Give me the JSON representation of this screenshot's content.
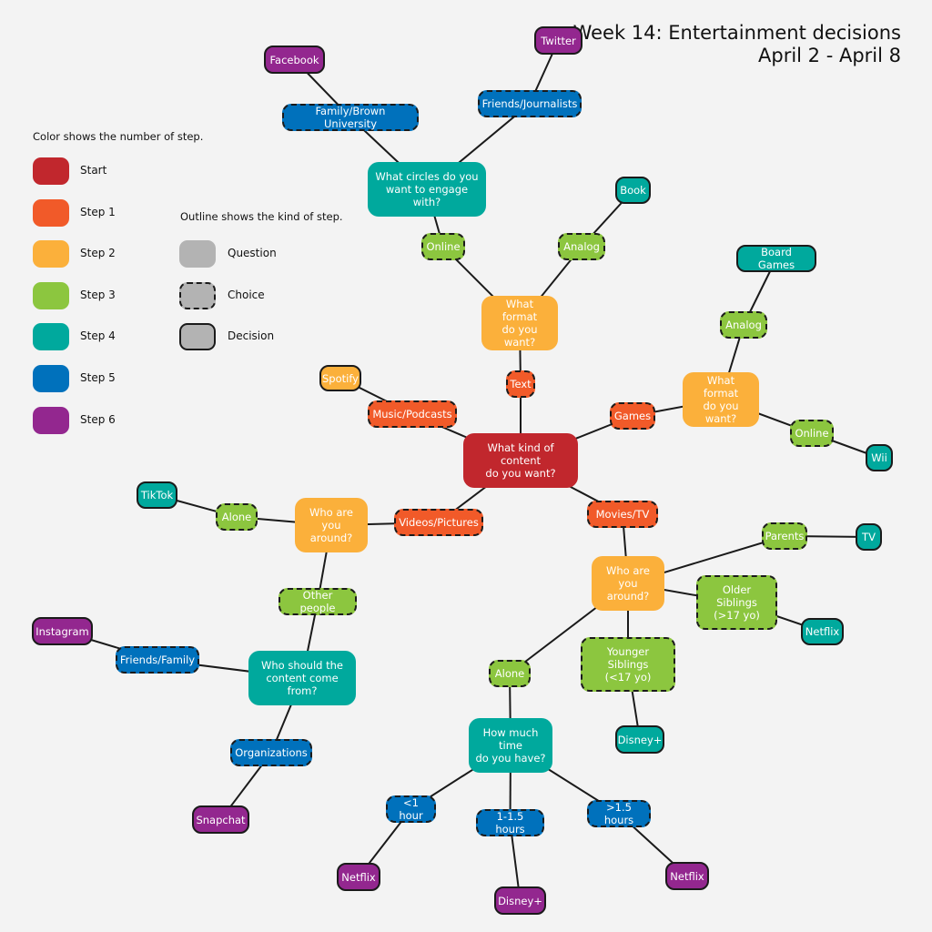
{
  "title": {
    "line1": "Week 14: Entertainment decisions",
    "line2": "April 2 - April 8"
  },
  "legend": {
    "color_heading": "Color shows the number of step.",
    "color_items": [
      {
        "label": "Start",
        "color": "#c1272d"
      },
      {
        "label": "Step 1",
        "color": "#f15a29"
      },
      {
        "label": "Step 2",
        "color": "#fbb03b"
      },
      {
        "label": "Step 3",
        "color": "#8cc63f"
      },
      {
        "label": "Step 4",
        "color": "#00a99d"
      },
      {
        "label": "Step 5",
        "color": "#0071bc"
      },
      {
        "label": "Step 6",
        "color": "#93278f"
      }
    ],
    "outline_heading": "Outline shows the kind of step.",
    "outline_items": [
      {
        "label": "Question",
        "kind": "question",
        "color": "#b3b3b3"
      },
      {
        "label": "Choice",
        "kind": "choice",
        "color": "#b3b3b3"
      },
      {
        "label": "Decision",
        "kind": "decision",
        "color": "#b3b3b3"
      }
    ]
  },
  "nodes": [
    {
      "id": "start",
      "label": "What kind of content\ndo you want?",
      "step": 0,
      "kind": "question"
    },
    {
      "id": "text",
      "label": "Text",
      "step": 1,
      "kind": "choice"
    },
    {
      "id": "music",
      "label": "Music/Podcasts",
      "step": 1,
      "kind": "choice"
    },
    {
      "id": "games",
      "label": "Games",
      "step": 1,
      "kind": "choice"
    },
    {
      "id": "videos",
      "label": "Videos/Pictures",
      "step": 1,
      "kind": "choice"
    },
    {
      "id": "movies",
      "label": "Movies/TV",
      "step": 1,
      "kind": "choice"
    },
    {
      "id": "spotify",
      "label": "Spotify",
      "step": 2,
      "kind": "decision"
    },
    {
      "id": "fmt-text",
      "label": "What format\ndo you want?",
      "step": 2,
      "kind": "question"
    },
    {
      "id": "fmt-games",
      "label": "What format\ndo you want?",
      "step": 2,
      "kind": "question"
    },
    {
      "id": "around-videos",
      "label": "Who are\nyou around?",
      "step": 2,
      "kind": "question"
    },
    {
      "id": "around-movies",
      "label": "Who are\nyou around?",
      "step": 2,
      "kind": "question"
    },
    {
      "id": "online-text",
      "label": "Online",
      "step": 3,
      "kind": "choice"
    },
    {
      "id": "analog-text",
      "label": "Analog",
      "step": 3,
      "kind": "choice"
    },
    {
      "id": "analog-games",
      "label": "Analog",
      "step": 3,
      "kind": "choice"
    },
    {
      "id": "online-games",
      "label": "Online",
      "step": 3,
      "kind": "choice"
    },
    {
      "id": "alone-videos",
      "label": "Alone",
      "step": 3,
      "kind": "choice"
    },
    {
      "id": "other-people",
      "label": "Other people",
      "step": 3,
      "kind": "choice"
    },
    {
      "id": "parents",
      "label": "Parents",
      "step": 3,
      "kind": "choice"
    },
    {
      "id": "older",
      "label": "Older Siblings\n(>17 yo)",
      "step": 3,
      "kind": "choice"
    },
    {
      "id": "younger",
      "label": "Younger Siblings\n(<17 yo)",
      "step": 3,
      "kind": "choice"
    },
    {
      "id": "alone-movies",
      "label": "Alone",
      "step": 3,
      "kind": "choice"
    },
    {
      "id": "circles",
      "label": "What circles do you\nwant to engage with?",
      "step": 4,
      "kind": "question"
    },
    {
      "id": "book",
      "label": "Book",
      "step": 4,
      "kind": "decision"
    },
    {
      "id": "board-games",
      "label": "Board Games",
      "step": 4,
      "kind": "decision"
    },
    {
      "id": "wii",
      "label": "Wii",
      "step": 4,
      "kind": "decision"
    },
    {
      "id": "tiktok",
      "label": "TikTok",
      "step": 4,
      "kind": "decision"
    },
    {
      "id": "content-from",
      "label": "Who should the\ncontent come from?",
      "step": 4,
      "kind": "question"
    },
    {
      "id": "tv",
      "label": "TV",
      "step": 4,
      "kind": "decision"
    },
    {
      "id": "netflix-older",
      "label": "Netflix",
      "step": 4,
      "kind": "decision"
    },
    {
      "id": "disney-younger",
      "label": "Disney+",
      "step": 4,
      "kind": "decision"
    },
    {
      "id": "how-much-time",
      "label": "How much time\ndo you have?",
      "step": 4,
      "kind": "question"
    },
    {
      "id": "family-brown",
      "label": "Family/Brown University",
      "step": 5,
      "kind": "choice"
    },
    {
      "id": "friends-journalists",
      "label": "Friends/Journalists",
      "step": 5,
      "kind": "choice"
    },
    {
      "id": "friends-family",
      "label": "Friends/Family",
      "step": 5,
      "kind": "choice"
    },
    {
      "id": "organizations",
      "label": "Organizations",
      "step": 5,
      "kind": "choice"
    },
    {
      "id": "lt1",
      "label": "<1 hour",
      "step": 5,
      "kind": "choice"
    },
    {
      "id": "1to15",
      "label": "1-1.5 hours",
      "step": 5,
      "kind": "choice"
    },
    {
      "id": "gt15",
      "label": ">1.5 hours",
      "step": 5,
      "kind": "choice"
    },
    {
      "id": "facebook",
      "label": "Facebook",
      "step": 6,
      "kind": "decision"
    },
    {
      "id": "twitter",
      "label": "Twitter",
      "step": 6,
      "kind": "decision"
    },
    {
      "id": "instagram",
      "label": "Instagram",
      "step": 6,
      "kind": "decision"
    },
    {
      "id": "snapchat",
      "label": "Snapchat",
      "step": 6,
      "kind": "decision"
    },
    {
      "id": "netflix-lt1",
      "label": "Netflix",
      "step": 6,
      "kind": "decision"
    },
    {
      "id": "disney-1to15",
      "label": "Disney+",
      "step": 6,
      "kind": "decision"
    },
    {
      "id": "netflix-gt15",
      "label": "Netflix",
      "step": 6,
      "kind": "decision"
    }
  ],
  "edges": [
    [
      "start",
      "text"
    ],
    [
      "start",
      "music"
    ],
    [
      "start",
      "games"
    ],
    [
      "start",
      "videos"
    ],
    [
      "start",
      "movies"
    ],
    [
      "music",
      "spotify"
    ],
    [
      "text",
      "fmt-text"
    ],
    [
      "fmt-text",
      "online-text"
    ],
    [
      "fmt-text",
      "analog-text"
    ],
    [
      "analog-text",
      "book"
    ],
    [
      "online-text",
      "circles"
    ],
    [
      "circles",
      "family-brown"
    ],
    [
      "circles",
      "friends-journalists"
    ],
    [
      "family-brown",
      "facebook"
    ],
    [
      "friends-journalists",
      "twitter"
    ],
    [
      "games",
      "fmt-games"
    ],
    [
      "fmt-games",
      "analog-games"
    ],
    [
      "fmt-games",
      "online-games"
    ],
    [
      "analog-games",
      "board-games"
    ],
    [
      "online-games",
      "wii"
    ],
    [
      "videos",
      "around-videos"
    ],
    [
      "around-videos",
      "alone-videos"
    ],
    [
      "around-videos",
      "other-people"
    ],
    [
      "alone-videos",
      "tiktok"
    ],
    [
      "other-people",
      "content-from"
    ],
    [
      "content-from",
      "friends-family"
    ],
    [
      "content-from",
      "organizations"
    ],
    [
      "friends-family",
      "instagram"
    ],
    [
      "organizations",
      "snapchat"
    ],
    [
      "movies",
      "around-movies"
    ],
    [
      "around-movies",
      "parents"
    ],
    [
      "around-movies",
      "older"
    ],
    [
      "around-movies",
      "younger"
    ],
    [
      "around-movies",
      "alone-movies"
    ],
    [
      "parents",
      "tv"
    ],
    [
      "older",
      "netflix-older"
    ],
    [
      "younger",
      "disney-younger"
    ],
    [
      "alone-movies",
      "how-much-time"
    ],
    [
      "how-much-time",
      "lt1"
    ],
    [
      "how-much-time",
      "1to15"
    ],
    [
      "how-much-time",
      "gt15"
    ],
    [
      "lt1",
      "netflix-lt1"
    ],
    [
      "1to15",
      "disney-1to15"
    ],
    [
      "gt15",
      "netflix-gt15"
    ]
  ]
}
